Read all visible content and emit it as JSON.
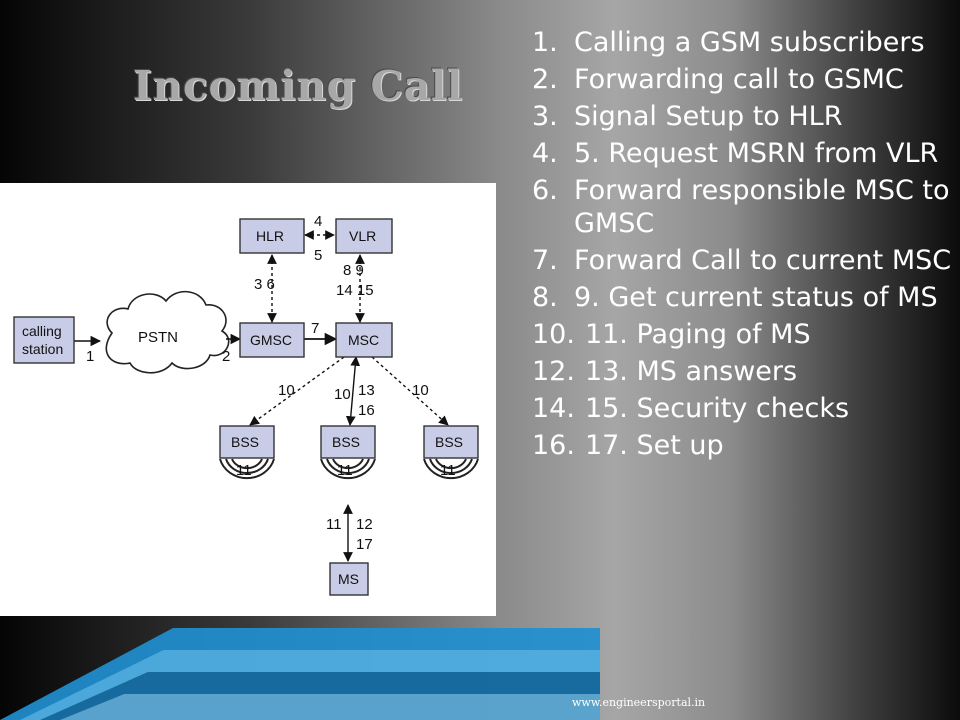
{
  "slide": {
    "title": "Incoming Call",
    "footer": "www.engineersportal.in"
  },
  "steps": [
    {
      "num": "1.",
      "text": "Calling a GSM subscribers"
    },
    {
      "num": "2.",
      "text": "Forwarding call to GSMC"
    },
    {
      "num": "3.",
      "text": "Signal Setup to HLR"
    },
    {
      "num": "4.",
      "text": "5. Request MSRN from VLR"
    },
    {
      "num": "6.",
      "text": "Forward responsible MSC to GMSC"
    },
    {
      "num": "7.",
      "text": "Forward Call to current MSC"
    },
    {
      "num": "8.",
      "text": "9. Get current status of MS"
    },
    {
      "num": "10.",
      "text": "11. Paging of MS"
    },
    {
      "num": "12.",
      "text": "13. MS answers"
    },
    {
      "num": "14.",
      "text": "15. Security checks"
    },
    {
      "num": "16.",
      "text": "17. Set up"
    }
  ],
  "diagram": {
    "nodes": {
      "hlr": "HLR",
      "vlr": "VLR",
      "calling_station_line1": "calling",
      "calling_station_line2": "station",
      "pstn": "PSTN",
      "gmsc": "GMSC",
      "msc": "MSC",
      "bss_left": "BSS",
      "bss_mid": "BSS",
      "bss_right": "BSS",
      "ms": "MS"
    },
    "labels": {
      "l1": "1",
      "l2": "2",
      "l3_6": "3 6",
      "l4": "4",
      "l5": "5",
      "l7": "7",
      "l8_9": "8  9",
      "l14_15": "14  15",
      "l10_left": "10",
      "l10_mid": "10",
      "l13": "13",
      "l16": "16",
      "l10_right": "10",
      "l11_left": "11",
      "l11_mid": "11",
      "l11_right": "11",
      "l11_ms": "11",
      "l12": "12",
      "l17": "17"
    }
  },
  "colors": {
    "node_fill": "#c9cce6",
    "stripe_blue": "#1f8fd0",
    "title_gray": "#a8a8a8"
  }
}
